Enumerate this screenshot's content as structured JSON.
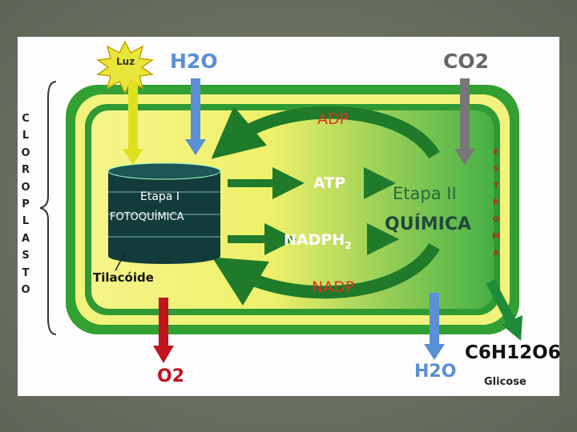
{
  "light_label": "Luz",
  "inputs": {
    "water_in": "H2O",
    "co2": "CO2"
  },
  "chloroplast_letters": [
    "C",
    "L",
    "O",
    "R",
    "O",
    "P",
    "L",
    "A",
    "S",
    "T",
    "O"
  ],
  "stroma_letters": [
    "E",
    "S",
    "T",
    "R",
    "O",
    "M",
    "A"
  ],
  "stage1": {
    "line1": "Etapa I",
    "line2": "FOTOQUÍMICA"
  },
  "stage2": {
    "line1": "Etapa II",
    "line2": "QUÍMICA"
  },
  "thylakoid_label": "Tilacóide",
  "adp": "ADP",
  "atp": "ATP",
  "nadph": "NADPH",
  "nadph_subscript": "2",
  "nadp": "NADP",
  "outputs": {
    "oxygen": "O2",
    "water_out": "H2O",
    "glucose_formula": "C6H12O6",
    "glucose_name": "Glicose"
  },
  "colors": {
    "outer_membrane": "#32a032",
    "inner_fill": "#f5f58a",
    "stroma_center": "#f7f07a",
    "stroma_edge": "#3aa83a",
    "arrow_green": "#1f7a2a",
    "thylakoid": "#123c3c",
    "water_blue": "#5b8fd6",
    "oxygen_red": "#c0141e",
    "co2_gray": "#777777",
    "light_yellow": "#e8e63a",
    "adp_red": "#e0321e"
  }
}
